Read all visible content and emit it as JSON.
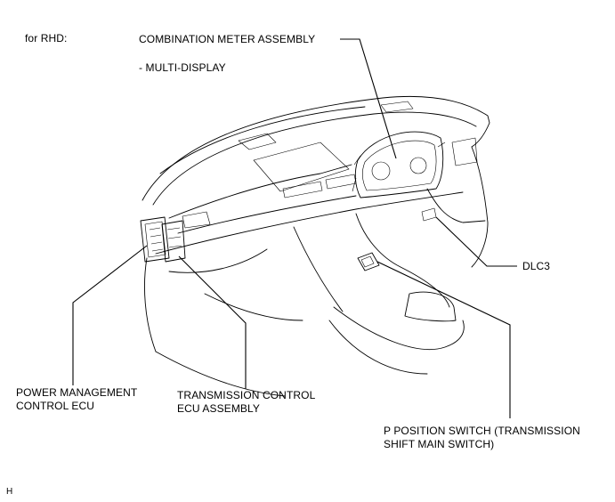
{
  "diagram": {
    "variant": "for RHD:",
    "labels": {
      "combination_meter": "COMBINATION METER ASSEMBLY",
      "multi_display": "- MULTI-DISPLAY",
      "dlc3": "DLC3",
      "power_mgmt_line1": "POWER MANAGEMENT",
      "power_mgmt_line2": "CONTROL ECU",
      "transmission_ecu_line1": "TRANSMISSION CONTROL",
      "transmission_ecu_line2": "ECU ASSEMBLY",
      "p_switch_line1": "P POSITION SWITCH (TRANSMISSION",
      "p_switch_line2": "SHIFT MAIN SWITCH)"
    },
    "corner_mark": "H"
  }
}
